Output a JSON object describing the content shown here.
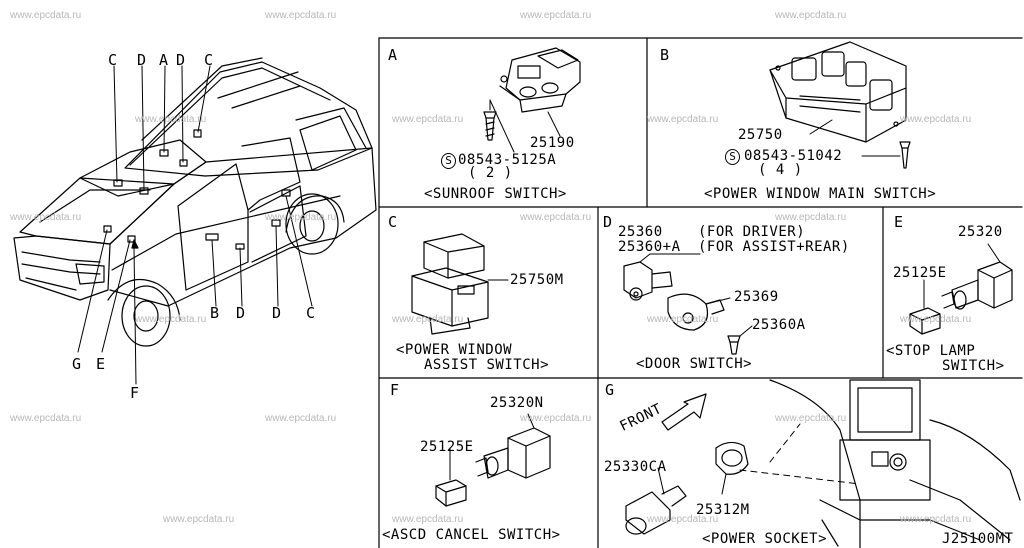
{
  "watermark": "www.epcdata.ru",
  "diagram_code": "J25100MT",
  "overview_callouts": {
    "top": [
      "C",
      "D",
      "A",
      "D",
      "C"
    ],
    "bottom": [
      "G",
      "E",
      "F",
      "B",
      "D",
      "D",
      "C"
    ]
  },
  "panels": {
    "A": {
      "letter": "A",
      "parts": [
        {
          "number": "25190"
        },
        {
          "number": "08543-5125A",
          "qty": "( 2 )",
          "symbol": "S"
        }
      ],
      "caption": "<SUNROOF SWITCH>"
    },
    "B": {
      "letter": "B",
      "parts": [
        {
          "number": "25750"
        },
        {
          "number": "08543-51042",
          "qty": "( 4 )",
          "symbol": "S"
        }
      ],
      "caption": "<POWER WINDOW MAIN SWITCH>"
    },
    "C": {
      "letter": "C",
      "parts": [
        {
          "number": "25750M"
        }
      ],
      "caption_line1": "<POWER WINDOW",
      "caption_line2": "ASSIST SWITCH>"
    },
    "D": {
      "letter": "D",
      "parts": [
        {
          "number": "25360",
          "note": "(FOR DRIVER)"
        },
        {
          "number": "25360+A",
          "note": "(FOR ASSIST+REAR)"
        },
        {
          "number": "25369"
        },
        {
          "number": "25360A"
        }
      ],
      "caption": "<DOOR SWITCH>"
    },
    "E": {
      "letter": "E",
      "parts": [
        {
          "number": "25320"
        },
        {
          "number": "25125E"
        }
      ],
      "caption_line1": "<STOP LAMP",
      "caption_line2": "SWITCH>"
    },
    "F": {
      "letter": "F",
      "parts": [
        {
          "number": "25320N"
        },
        {
          "number": "25125E"
        }
      ],
      "caption": "<ASCD CANCEL SWITCH>"
    },
    "G": {
      "letter": "G",
      "parts": [
        {
          "number": "25330CA"
        },
        {
          "number": "25312M"
        }
      ],
      "front_label": "FRONT",
      "caption": "<POWER SOCKET>"
    }
  }
}
